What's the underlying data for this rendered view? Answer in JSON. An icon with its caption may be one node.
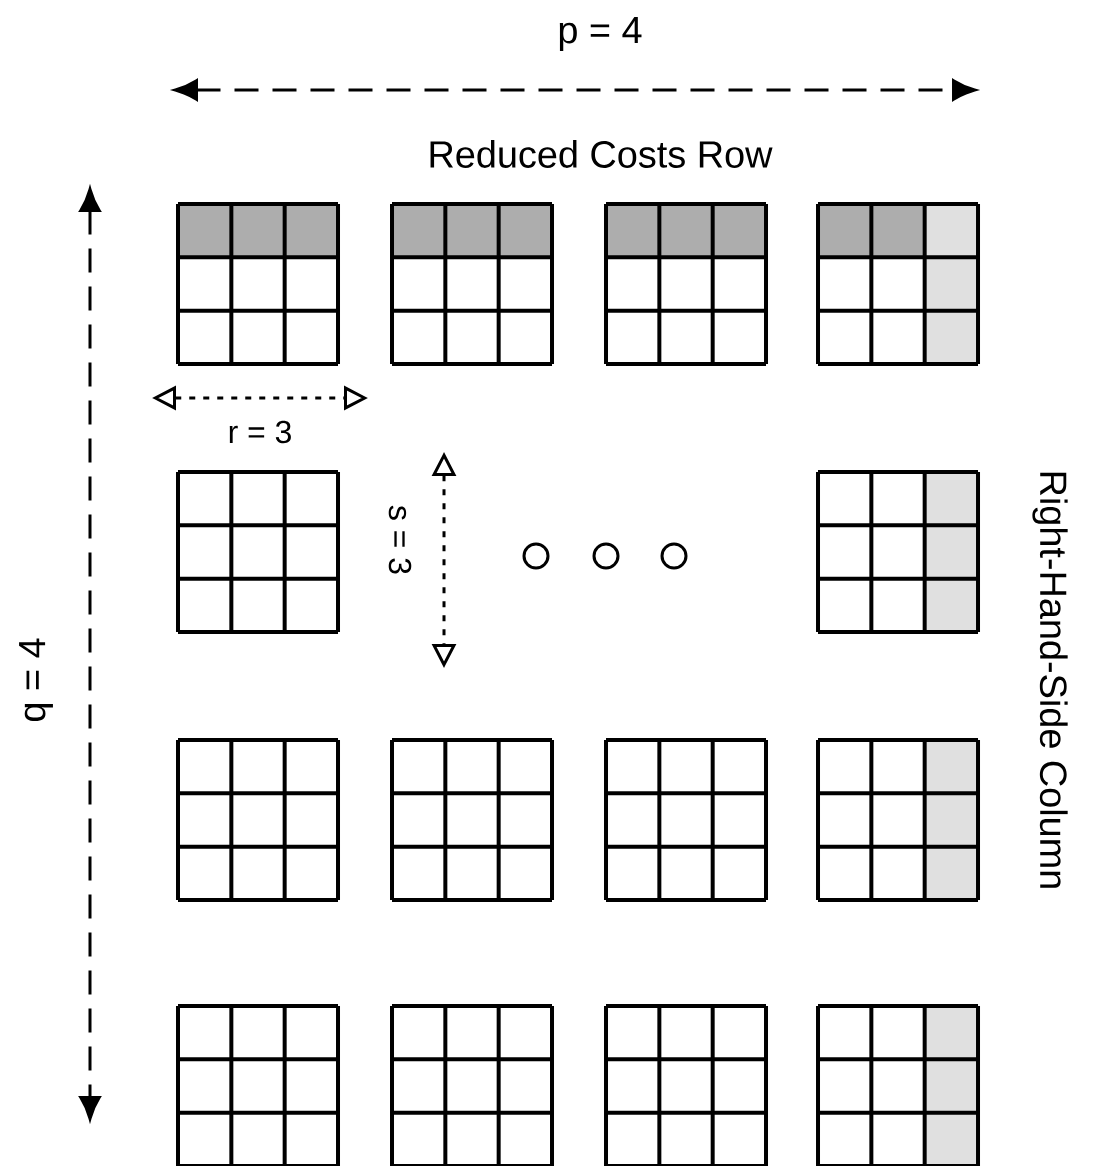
{
  "diagram": {
    "labels": [
      "p = 4",
      "Reduced Costs Row",
      "r = 3",
      "s = 3",
      "q = 4",
      "Right-Hand-Side Column"
    ]
  }
}
